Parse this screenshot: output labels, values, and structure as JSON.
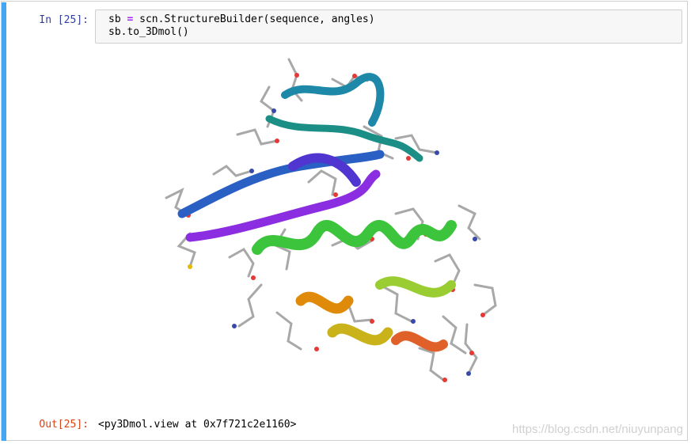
{
  "cell": {
    "in_prompt": "In [25]:",
    "code": {
      "line1_prefix": "sb ",
      "line1_op": "=",
      "line1_suffix": " scn.StructureBuilder(sequence, angles)",
      "line2": "sb.to_3Dmol()"
    },
    "out_prompt": "Out[25]:",
    "out_text": "<py3Dmol.view at 0x7f721c2e1160>"
  },
  "watermark": "https://blog.csdn.net/niuyunpang",
  "colors": {
    "cell_bar": "#42a5f5",
    "in_prompt": "#303f9f",
    "out_prompt": "#d84315"
  }
}
